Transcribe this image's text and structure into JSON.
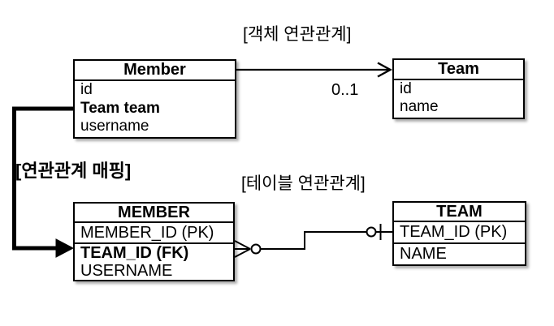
{
  "colors": {
    "background": "#ffffff",
    "line": "#000000",
    "text": "#000000"
  },
  "labels": {
    "object_relationship": "[객체 연관관계]",
    "association_mapping": "[연관관계 매핑]",
    "table_relationship": "[테이블 연관관계]",
    "multiplicity": "0..1"
  },
  "object_model": {
    "member": {
      "title": "Member",
      "fields": [
        "id",
        "Team team",
        "username"
      ]
    },
    "team": {
      "title": "Team",
      "fields": [
        "id",
        "name"
      ]
    }
  },
  "table_model": {
    "member": {
      "title": "MEMBER",
      "pk_column": "MEMBER_ID (PK)",
      "fk_column": "TEAM_ID (FK)",
      "other_column": "USERNAME"
    },
    "team": {
      "title": "TEAM",
      "pk_column": "TEAM_ID (PK)",
      "other_column": "NAME"
    }
  },
  "notation": {
    "object_arrow": "directed-arrow",
    "member_side_icon": "crow-foot-zero-or-many",
    "team_side_icon": "zero-or-one",
    "mapping_arrow": "thick-solid-arrow"
  }
}
